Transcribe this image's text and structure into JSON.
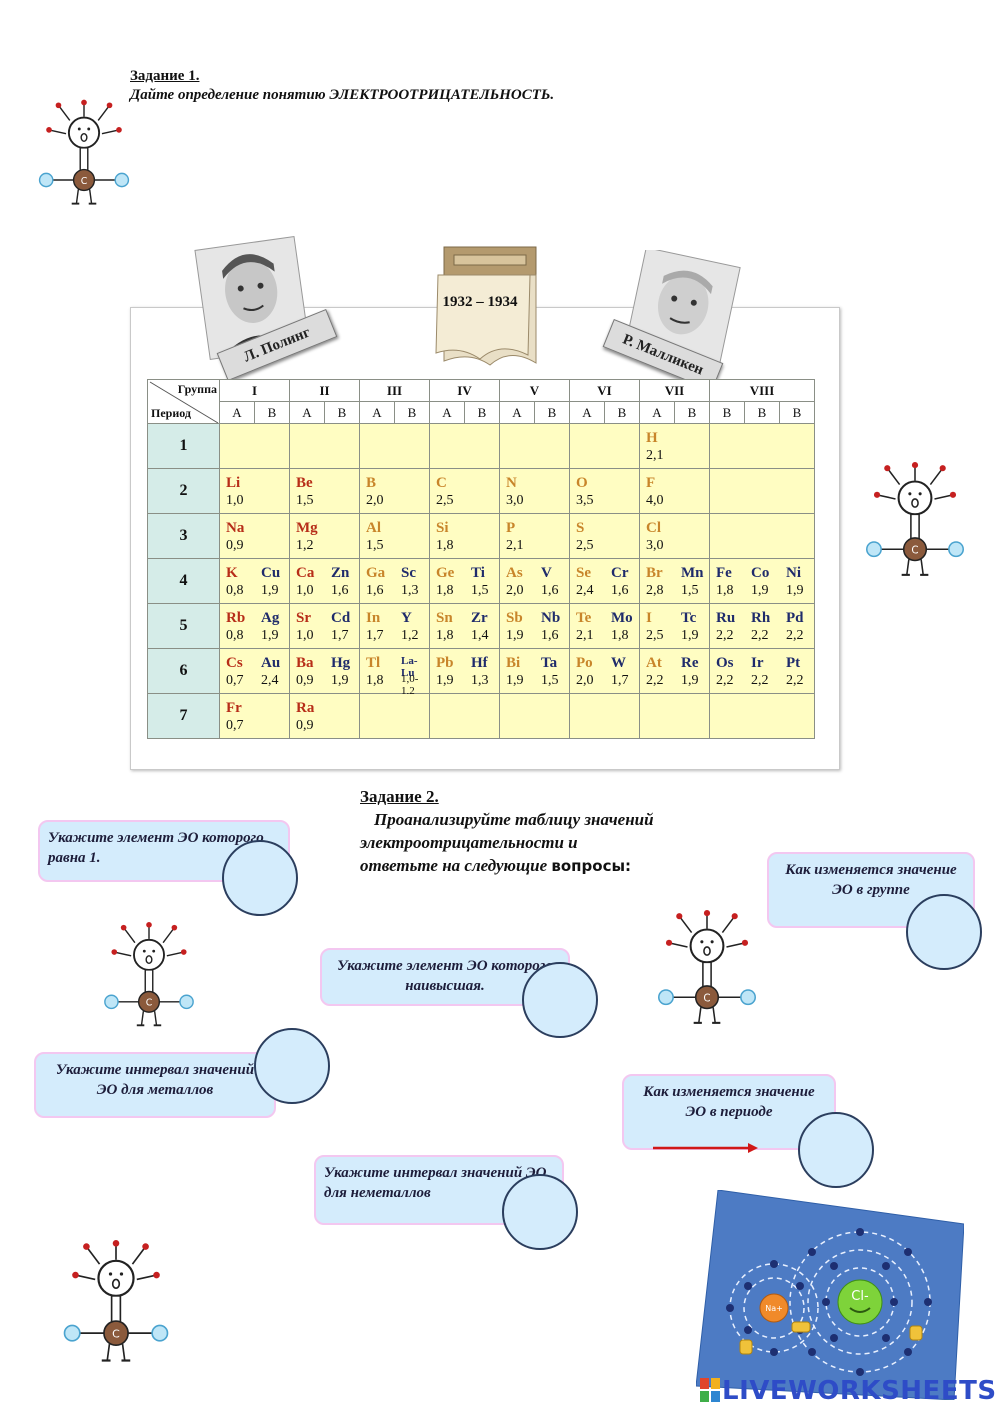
{
  "task1": {
    "title": "Задание 1.",
    "text": "Дайте определение понятию ЭЛЕКТРООТРИЦАТЕЛЬНОСТЬ."
  },
  "labels": {
    "pauling": "Л. Полинг",
    "mulliken": "Р. Малликен",
    "years": "1932 – 1934"
  },
  "table": {
    "group_label": "Группа",
    "period_label": "Период",
    "groups": [
      "I",
      "II",
      "III",
      "IV",
      "V",
      "VI",
      "VII",
      "VIII"
    ],
    "subgroups": [
      "А",
      "В",
      "А",
      "В",
      "А",
      "В",
      "А",
      "В",
      "А",
      "В",
      "А",
      "В",
      "А",
      "В",
      "В",
      "В",
      "В"
    ],
    "periods": [
      "1",
      "2",
      "3",
      "4",
      "5",
      "6",
      "7"
    ],
    "cells": [
      [
        [
          "",
          ""
        ],
        [
          "",
          ""
        ],
        [
          "",
          ""
        ],
        [
          "",
          ""
        ],
        [
          "",
          ""
        ],
        [
          "",
          ""
        ],
        [
          "",
          ""
        ],
        [
          "",
          ""
        ],
        [
          "",
          ""
        ],
        [
          "",
          ""
        ],
        [
          "",
          ""
        ],
        [
          "",
          ""
        ],
        [
          "H",
          "2,1"
        ],
        [
          "",
          ""
        ],
        [
          "",
          ""
        ],
        [
          "",
          ""
        ],
        [
          "",
          ""
        ]
      ],
      [
        [
          "Li",
          "1,0"
        ],
        [
          "",
          ""
        ],
        [
          "Be",
          "1,5"
        ],
        [
          "",
          ""
        ],
        [
          "B",
          "2,0"
        ],
        [
          "",
          ""
        ],
        [
          "C",
          "2,5"
        ],
        [
          "",
          ""
        ],
        [
          "N",
          "3,0"
        ],
        [
          "",
          ""
        ],
        [
          "O",
          "3,5"
        ],
        [
          "",
          ""
        ],
        [
          "F",
          "4,0"
        ],
        [
          "",
          ""
        ],
        [
          "",
          ""
        ],
        [
          "",
          ""
        ],
        [
          "",
          ""
        ]
      ],
      [
        [
          "Na",
          "0,9"
        ],
        [
          "",
          ""
        ],
        [
          "Mg",
          "1,2"
        ],
        [
          "",
          ""
        ],
        [
          "Al",
          "1,5"
        ],
        [
          "",
          ""
        ],
        [
          "Si",
          "1,8"
        ],
        [
          "",
          ""
        ],
        [
          "P",
          "2,1"
        ],
        [
          "",
          ""
        ],
        [
          "S",
          "2,5"
        ],
        [
          "",
          ""
        ],
        [
          "Cl",
          "3,0"
        ],
        [
          "",
          ""
        ],
        [
          "",
          ""
        ],
        [
          "",
          ""
        ],
        [
          "",
          ""
        ]
      ],
      [
        [
          "K",
          "0,8"
        ],
        [
          "Cu",
          "1,9"
        ],
        [
          "Ca",
          "1,0"
        ],
        [
          "Zn",
          "1,6"
        ],
        [
          "Ga",
          "1,6"
        ],
        [
          "Sc",
          "1,3"
        ],
        [
          "Ge",
          "1,8"
        ],
        [
          "Ti",
          "1,5"
        ],
        [
          "As",
          "2,0"
        ],
        [
          "V",
          "1,6"
        ],
        [
          "Se",
          "2,4"
        ],
        [
          "Cr",
          "1,6"
        ],
        [
          "Br",
          "2,8"
        ],
        [
          "Mn",
          "1,5"
        ],
        [
          "Fe",
          "1,8"
        ],
        [
          "Co",
          "1,9"
        ],
        [
          "Ni",
          "1,9"
        ]
      ],
      [
        [
          "Rb",
          "0,8"
        ],
        [
          "Ag",
          "1,9"
        ],
        [
          "Sr",
          "1,0"
        ],
        [
          "Cd",
          "1,7"
        ],
        [
          "In",
          "1,7"
        ],
        [
          "Y",
          "1,2"
        ],
        [
          "Sn",
          "1,8"
        ],
        [
          "Zr",
          "1,4"
        ],
        [
          "Sb",
          "1,9"
        ],
        [
          "Nb",
          "1,6"
        ],
        [
          "Te",
          "2,1"
        ],
        [
          "Mo",
          "1,8"
        ],
        [
          "I",
          "2,5"
        ],
        [
          "Tc",
          "1,9"
        ],
        [
          "Ru",
          "2,2"
        ],
        [
          "Rh",
          "2,2"
        ],
        [
          "Pd",
          "2,2"
        ]
      ],
      [
        [
          "Cs",
          "0,7"
        ],
        [
          "Au",
          "2,4"
        ],
        [
          "Ba",
          "0,9"
        ],
        [
          "Hg",
          "1,9"
        ],
        [
          "Tl",
          "1,8"
        ],
        [
          "La-Lu",
          "1,0-1,2"
        ],
        [
          "Pb",
          "1,9"
        ],
        [
          "Hf",
          "1,3"
        ],
        [
          "Bi",
          "1,9"
        ],
        [
          "Ta",
          "1,5"
        ],
        [
          "Po",
          "2,0"
        ],
        [
          "W",
          "1,7"
        ],
        [
          "At",
          "2,2"
        ],
        [
          "Re",
          "1,9"
        ],
        [
          "Os",
          "2,2"
        ],
        [
          "Ir",
          "2,2"
        ],
        [
          "Pt",
          "2,2"
        ]
      ],
      [
        [
          "Fr",
          "0,7"
        ],
        [
          "",
          ""
        ],
        [
          "Ra",
          "0,9"
        ],
        [
          "",
          ""
        ],
        [
          "",
          ""
        ],
        [
          "",
          ""
        ],
        [
          "",
          ""
        ],
        [
          "",
          ""
        ],
        [
          "",
          ""
        ],
        [
          "",
          ""
        ],
        [
          "",
          ""
        ],
        [
          "",
          ""
        ],
        [
          "",
          ""
        ],
        [
          "",
          ""
        ],
        [
          "",
          ""
        ],
        [
          "",
          ""
        ],
        [
          "",
          ""
        ]
      ]
    ],
    "colors": {
      "s_block": "#b72d18",
      "p_block": "#c8852a",
      "d_block": "#1f2b6b",
      "period_bg": "#d5ece8",
      "cell_bg": "#fffdc2"
    }
  },
  "task2": {
    "title": "Задание 2.",
    "line1": "Проанализируйте таблицу значений",
    "line2": "электроотрицательности и",
    "line3_a": "ответьте на следующие ",
    "line3_b": "вопросы:"
  },
  "questions": {
    "q1": "Укажите элемент ЭО которого равна 1.",
    "q2": "Укажите элемент ЭО которого наивысшая.",
    "q3": "Укажите интервал значений ЭО для металлов",
    "q4": "Укажите интервал значений ЭО для неметаллов",
    "q5": "Как изменяется значение ЭО в группе",
    "q6": "Как изменяется значение ЭО в периоде"
  },
  "footer": {
    "brand": "LIVEWORKSHEETS"
  }
}
